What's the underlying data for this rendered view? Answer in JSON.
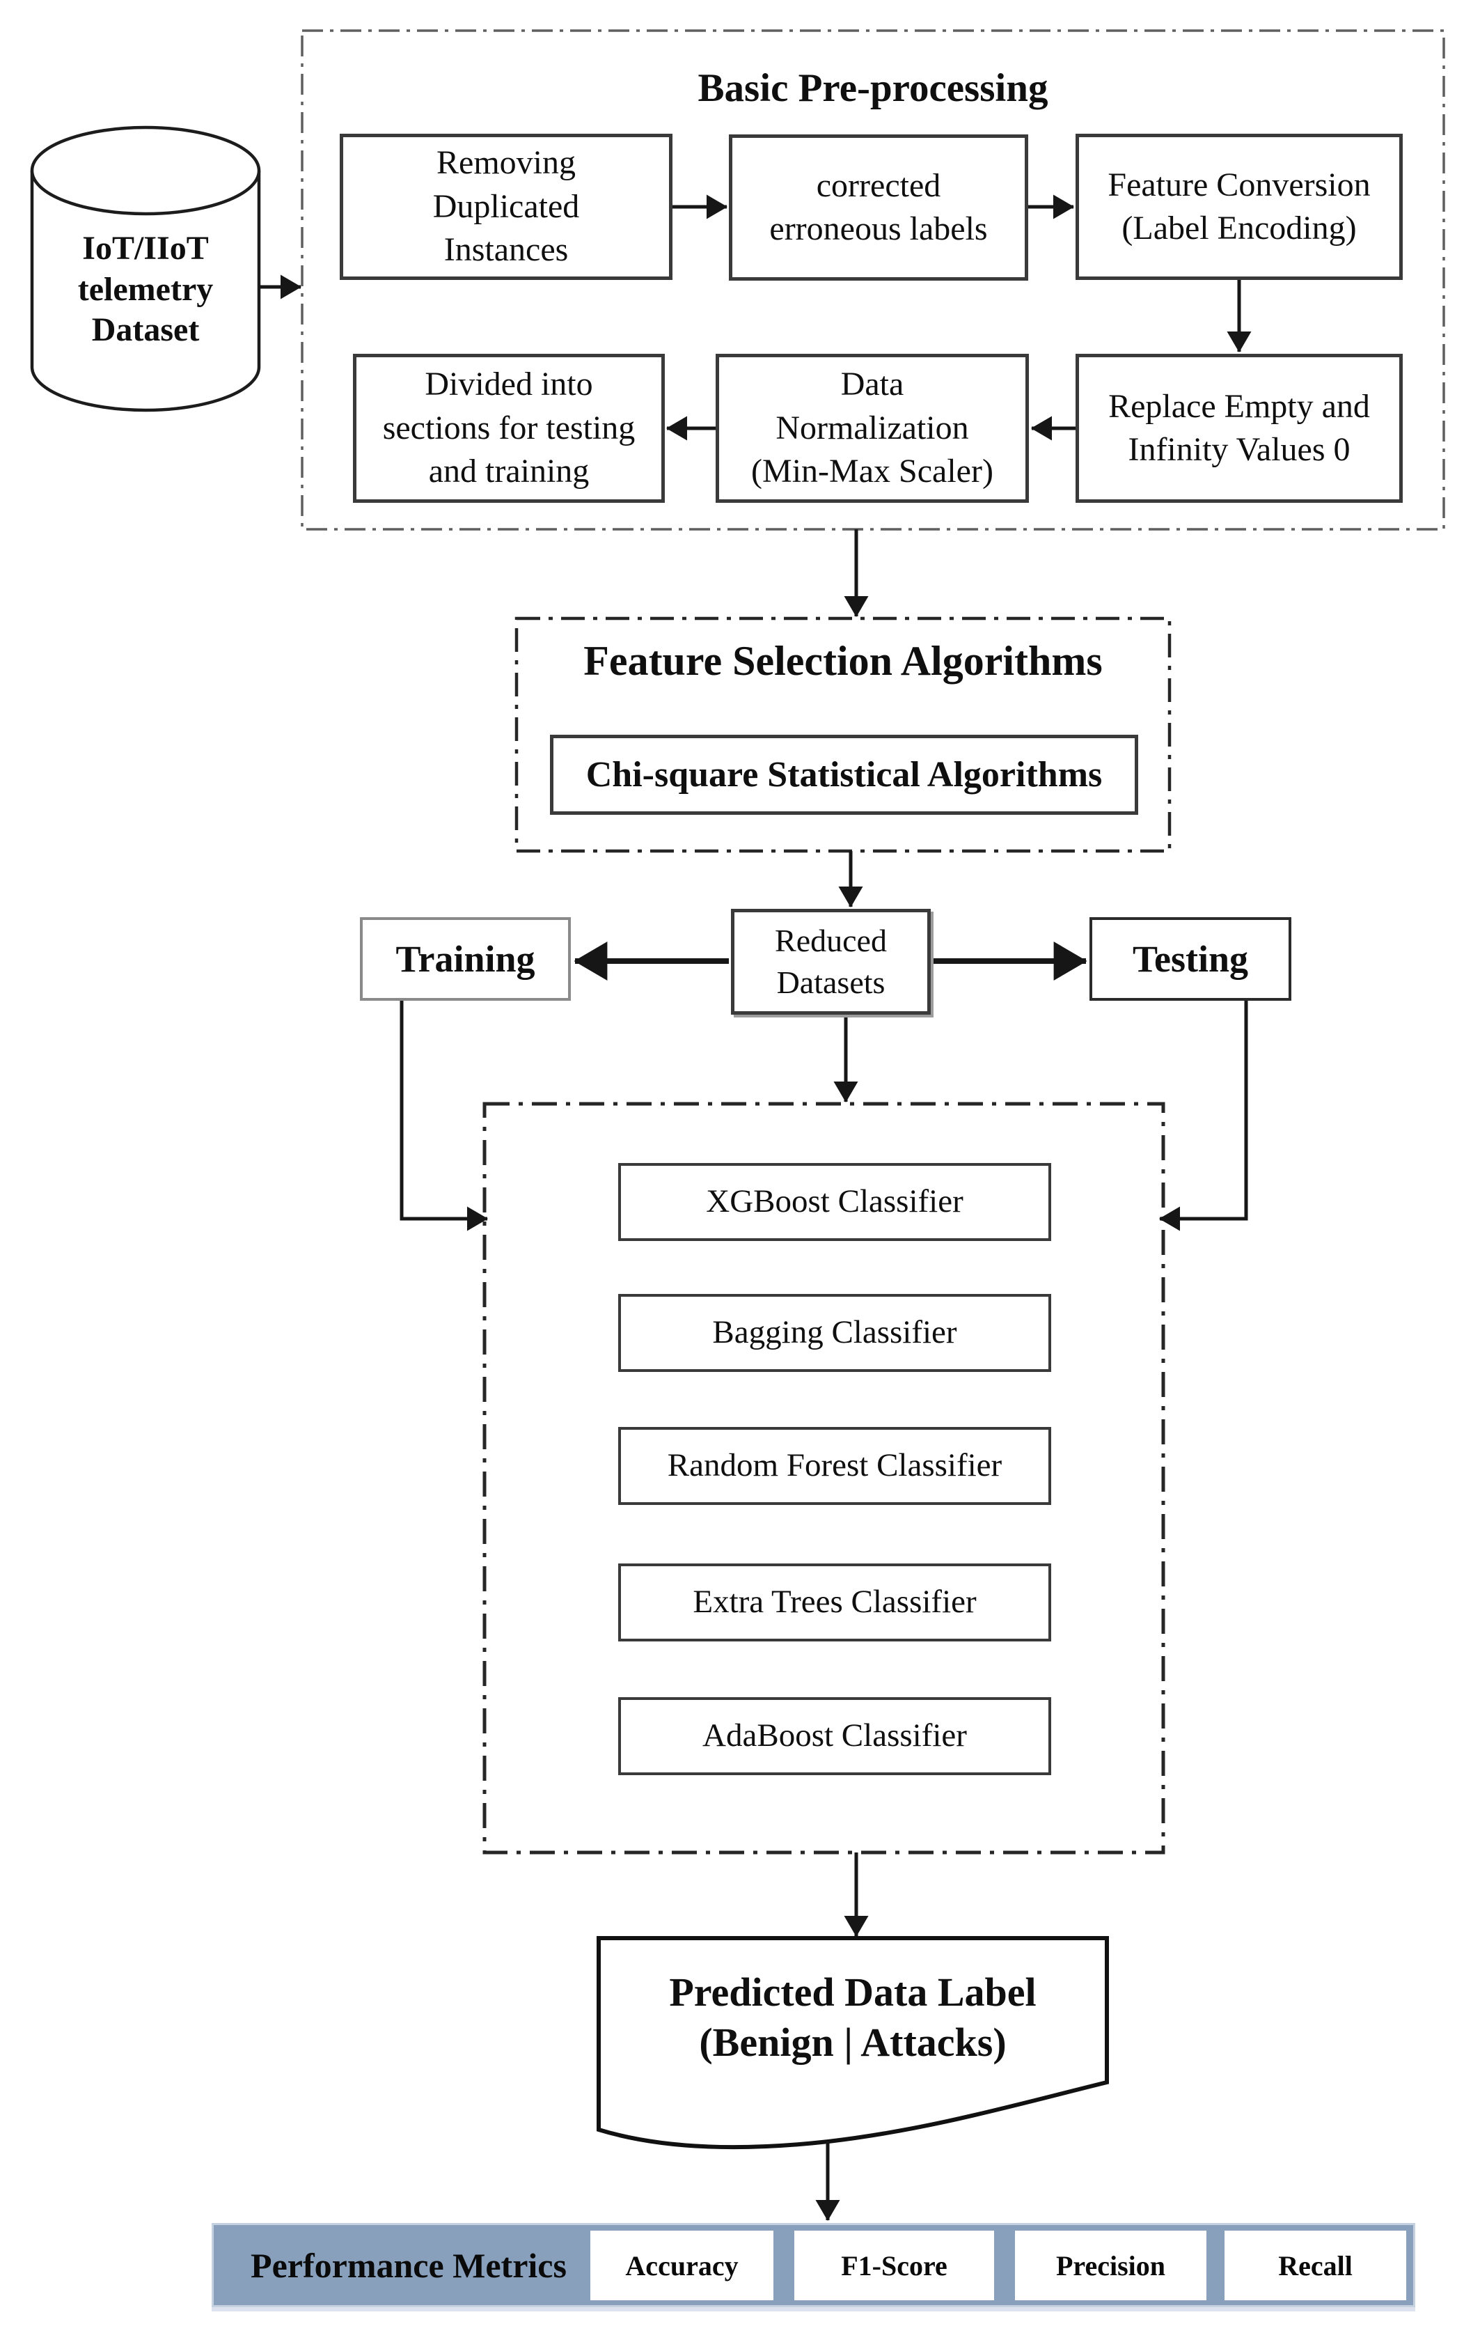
{
  "cylinder": {
    "label": "IoT/IIoT\ntelemetry\nDataset"
  },
  "preprocessing": {
    "title": "Basic Pre-processing",
    "steps": [
      {
        "label": "Removing\nDuplicated\nInstances"
      },
      {
        "label": "corrected\nerroneous labels"
      },
      {
        "label": "Feature Conversion\n(Label Encoding)"
      },
      {
        "label": "Replace Empty and\nInfinity Values 0"
      },
      {
        "label": "Data\nNormalization\n(Min-Max Scaler)"
      },
      {
        "label": "Divided into\nsections for testing\nand training"
      }
    ]
  },
  "feature_selection": {
    "title": "Feature Selection Algorithms",
    "algorithm": "Chi-square Statistical Algorithms"
  },
  "split": {
    "reduced": "Reduced\nDatasets",
    "training": "Training",
    "testing": "Testing"
  },
  "classifiers": [
    "XGBoost Classifier",
    "Bagging Classifier",
    "Random Forest Classifier",
    "Extra Trees Classifier",
    "AdaBoost Classifier"
  ],
  "output": {
    "label": "Predicted Data Label\n(Benign | Attacks)"
  },
  "metrics": {
    "title": "Performance Metrics",
    "items": [
      "Accuracy",
      "F1-Score",
      "Precision",
      "Recall"
    ],
    "bar_color": "#89a0bc"
  }
}
